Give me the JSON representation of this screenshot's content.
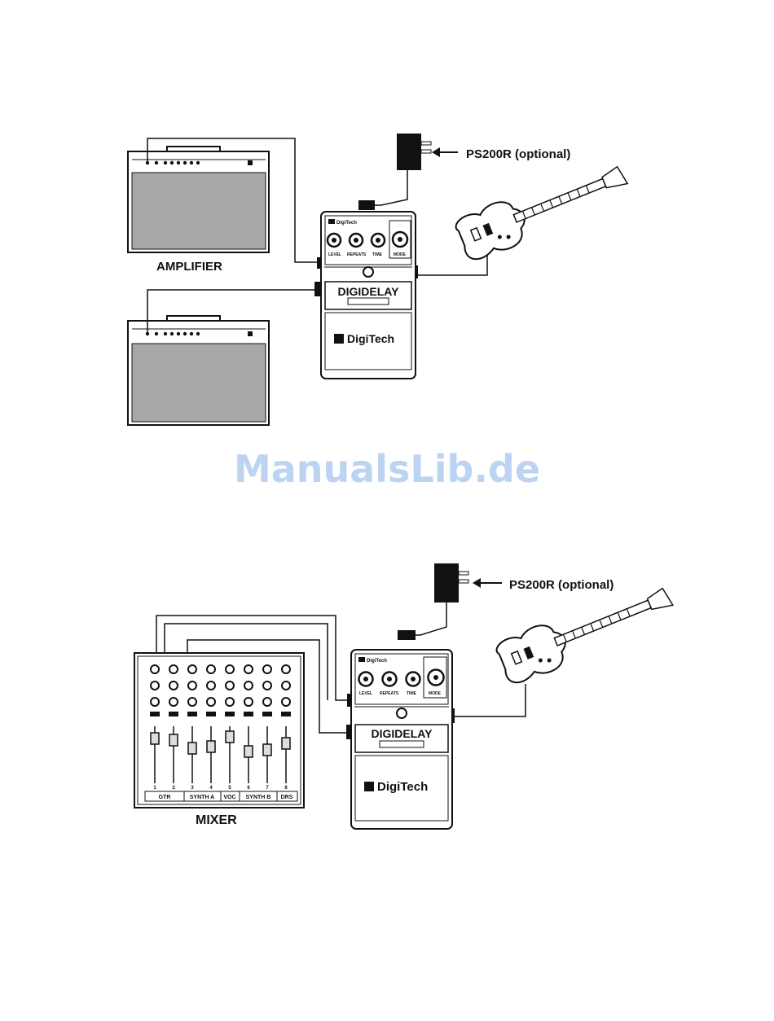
{
  "diagram1": {
    "adapter_label": "PS200R (optional)",
    "amplifier_label": "AMPLIFIER",
    "pedal_name": "DIGIDELAY",
    "pedal_brand": "DigiTech",
    "pedal_knobs": [
      "LEVEL",
      "REPEATS",
      "TIME",
      "MODE"
    ]
  },
  "watermark": "ManualsLib.de",
  "diagram2": {
    "adapter_label": "PS200R (optional)",
    "mixer_label": "MIXER",
    "pedal_name": "DIGIDELAY",
    "pedal_brand": "DigiTech",
    "pedal_knobs": [
      "LEVEL",
      "REPEATS",
      "TIME",
      "MODE"
    ],
    "mixer_channels": [
      "1",
      "2",
      "3",
      "4",
      "5",
      "6",
      "7",
      "8"
    ],
    "mixer_groups": [
      "GTR",
      "SYNTH A",
      "VOC",
      "SYNTH B",
      "DRS"
    ]
  },
  "colors": {
    "line": "#111111",
    "grille": "#a8a8a8",
    "watermark": "#bcd4f2"
  }
}
